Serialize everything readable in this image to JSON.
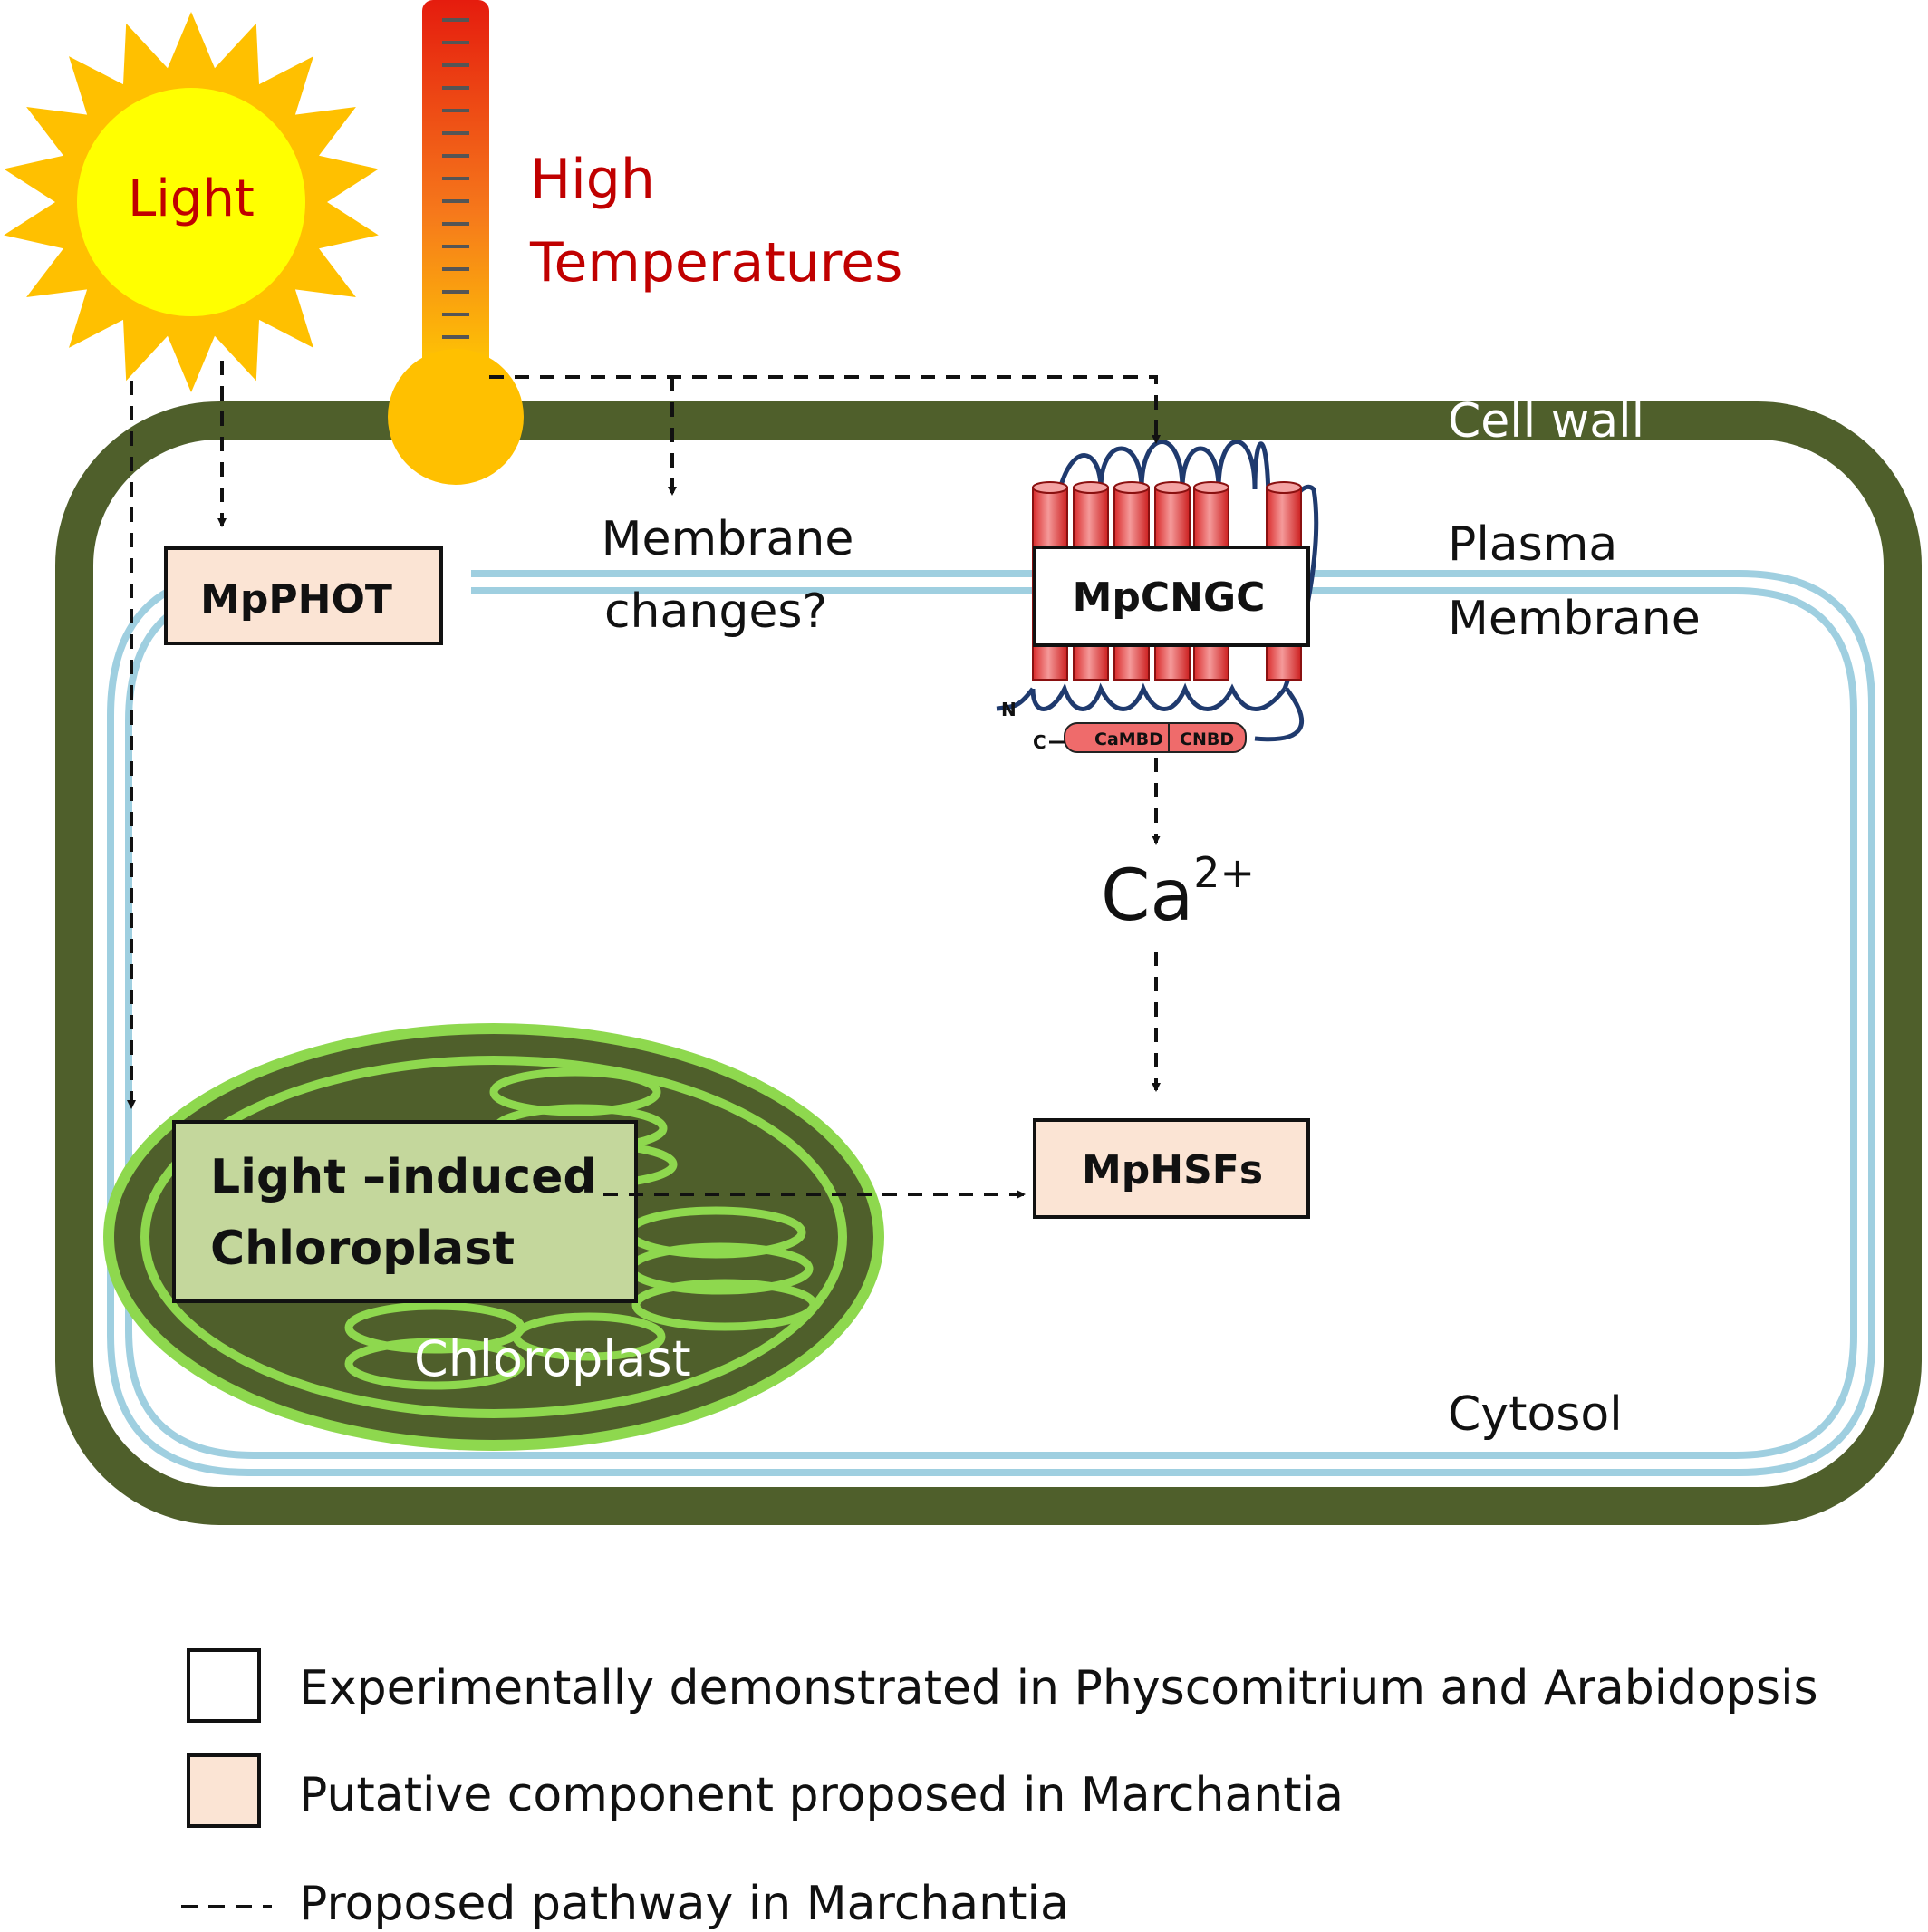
{
  "stimuli": {
    "light_label": "Light",
    "temperature_label_line1": "High",
    "temperature_label_line2": "Temperatures"
  },
  "cell": {
    "cell_wall_label": "Cell wall",
    "plasma_membrane_line1": "Plasma",
    "plasma_membrane_line2": "Membrane",
    "cytosol_label": "Cytosol",
    "membrane_changes_line1": "Membrane",
    "membrane_changes_line2": "changes?",
    "chloroplast_label": "Chloroplast"
  },
  "components": {
    "mpphot": "MpPHOT",
    "mpcngc": "MpCNGC",
    "calcium_base": "Ca",
    "calcium_sup": "2+",
    "mphsfs": "MpHSFs",
    "light_induced_line1": "Light –induced",
    "light_induced_line2": "Chloroplast",
    "cngc_n_terminus": "N",
    "cngc_c_terminus": "C",
    "cngc_domain_1": "CaMBD",
    "cngc_domain_2": "CNBD"
  },
  "legend": {
    "experimental_label": "Experimentally demonstrated in Physcomitrium and Arabidopsis",
    "putative_label": "Putative component proposed in Marchantia",
    "pathway_label": "Proposed pathway in Marchantia"
  },
  "colors": {
    "cell_wall": "#4f5f2b",
    "plasma_membrane": "#9fcfe0",
    "putative_fill": "#fbe4d4",
    "chloroplast_dark": "#4f5f2b",
    "chloroplast_light": "#8ed84e",
    "light_induced_fill": "#c4d79c",
    "sun_rays": "#ffc000",
    "sun_core": "#ffff00",
    "stimulus_text": "#c00000",
    "cngc_red": "#e63a3a"
  }
}
